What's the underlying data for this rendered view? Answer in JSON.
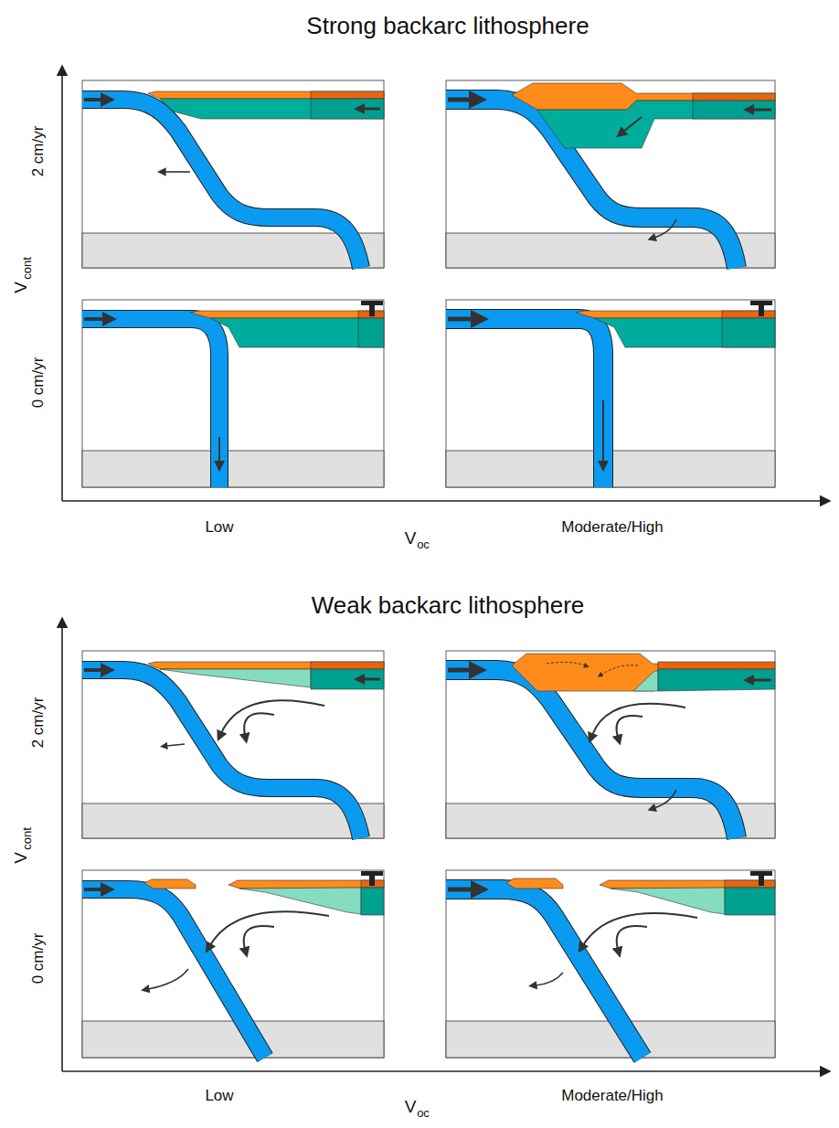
{
  "diagram": {
    "labels": [
      "Strong backarc lithosphere",
      "V",
      "cont",
      "2 cm/yr",
      "0 cm/yr",
      "Low",
      "Moderate/High",
      "V",
      "oc",
      "Weak backarc lithosphere",
      "V",
      "cont",
      "2 cm/yr",
      "0 cm/yr",
      "Low",
      "Moderate/High",
      "V",
      "oc"
    ]
  }
}
